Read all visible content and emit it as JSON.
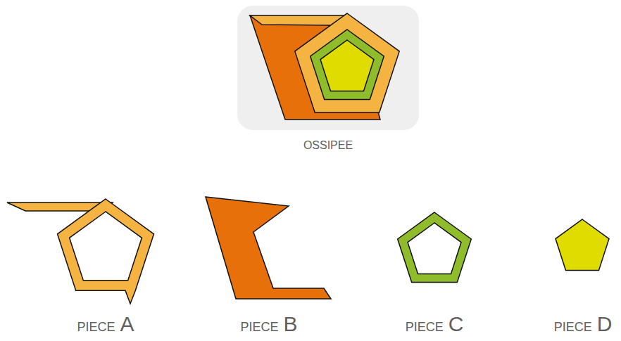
{
  "diagram": {
    "labels": [
      "OSSIPEE",
      "PIECE",
      "A",
      "PIECE",
      "B",
      "PIECE",
      "C",
      "PIECE",
      "D"
    ]
  }
}
